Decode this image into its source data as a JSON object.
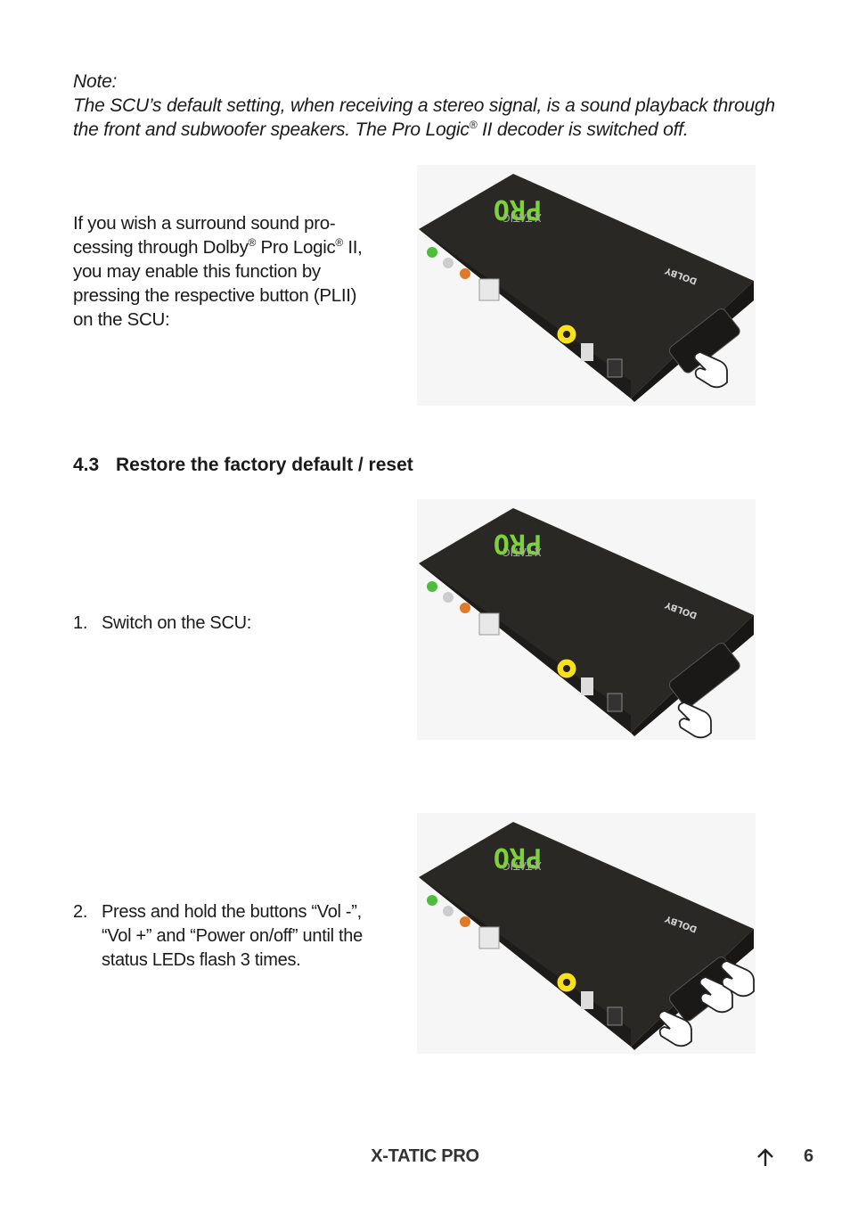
{
  "note": {
    "heading": "Note:",
    "line1": "The SCU’s default setting, when receiving a stereo signal, is a sound playback through",
    "line2_a": "the front and subwoofer speakers. The Pro Logic",
    "line2_sup": "®",
    "line2_b": " II decoder is switched off."
  },
  "intro": {
    "a": "If you wish a surround sound pro-cessing through Dolby",
    "sup1": "®",
    "b": " Pro Logic",
    "sup2": "®",
    "c": " II, you may enable this function by pressing the respective button (PLII) on the SCU:"
  },
  "section": {
    "number": "4.3",
    "title": "Restore the factory default / reset"
  },
  "steps": [
    {
      "number": "1.",
      "text": "Switch on the SCU:"
    },
    {
      "number": "2.",
      "text": "Press and hold the buttons “Vol -”, “Vol +” and “Power on/off” until the status LEDs flash 3 times."
    }
  ],
  "device": {
    "brand_top": "PRO",
    "brand_sub": "X-TATIC",
    "logo": "DOLBY",
    "icons": [
      "hand-pointer-icon",
      "arrow-up-icon"
    ]
  },
  "footer": {
    "title": "X-TATIC PRO",
    "page": "6"
  }
}
